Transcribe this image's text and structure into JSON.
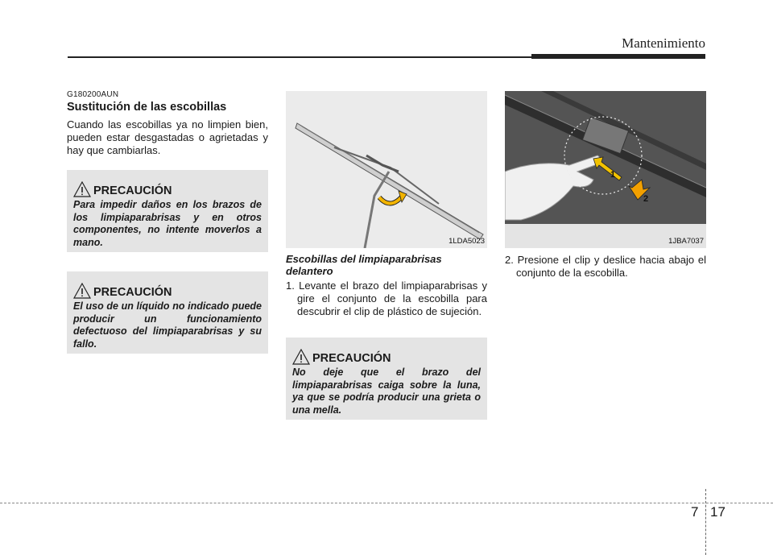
{
  "header": {
    "title": "Mantenimiento"
  },
  "left": {
    "code": "G180200AUN",
    "title": "Sustitución de las escobillas",
    "intro": "Cuando las escobillas ya no limpien bien, pueden estar desgastadas o agrietadas y hay que cambiarlas.",
    "caution1": {
      "title": "PRECAUCIÓN",
      "text": "Para impedir daños en los brazos de los limpiaparabrisas y en otros componentes, no intente moverlos a mano."
    },
    "caution2": {
      "title": "PRECAUCIÓN",
      "text": "El uso de un líquido no indicado puede producir un funcionamiento defectuoso del limpiaparabrisas y su fallo."
    }
  },
  "middle": {
    "figure_code": "1LDA5023",
    "caption": "Escobillas del limpiaparabrisas delantero",
    "step1": "1. Levante el brazo del limpiaparabrisas y gire el conjunto de la escobilla para descubrir el clip de plástico de sujeción.",
    "caution": {
      "title": "PRECAUCIÓN",
      "text": "No deje que el brazo del limpiaparabrisas caiga sobre la luna, ya que se podría producir una grieta o una mella."
    }
  },
  "right": {
    "figure_code": "1JBA7037",
    "callout1": "1",
    "callout2": "2",
    "step2": "2. Presione el clip y deslice hacia abajo el conjunto de la escobilla."
  },
  "footer": {
    "chapter": "7",
    "page": "17"
  }
}
